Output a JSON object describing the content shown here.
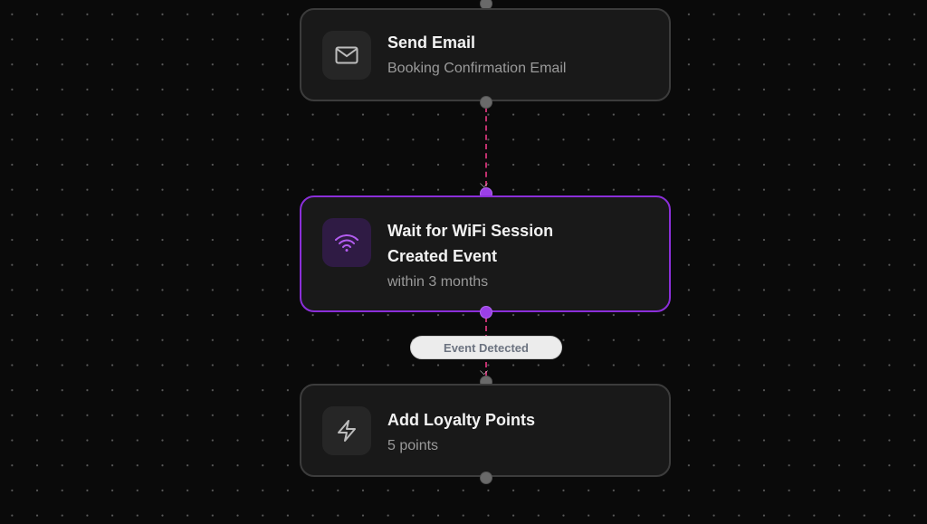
{
  "nodes": [
    {
      "title": "Send Email",
      "subtitle": "Booking Confirmation Email",
      "icon": "mail-icon"
    },
    {
      "title_line1": "Wait for WiFi Session",
      "title_line2": "Created Event",
      "subtitle": "within 3 months",
      "icon": "wifi-icon",
      "accent": "#8b2fd9"
    },
    {
      "title": "Add Loyalty Points",
      "subtitle": "5 points",
      "icon": "lightning-icon"
    }
  ],
  "edges": [
    {
      "label": "Event Detected"
    }
  ],
  "colors": {
    "edge": "#c0306e",
    "accent": "#8b2fd9"
  }
}
